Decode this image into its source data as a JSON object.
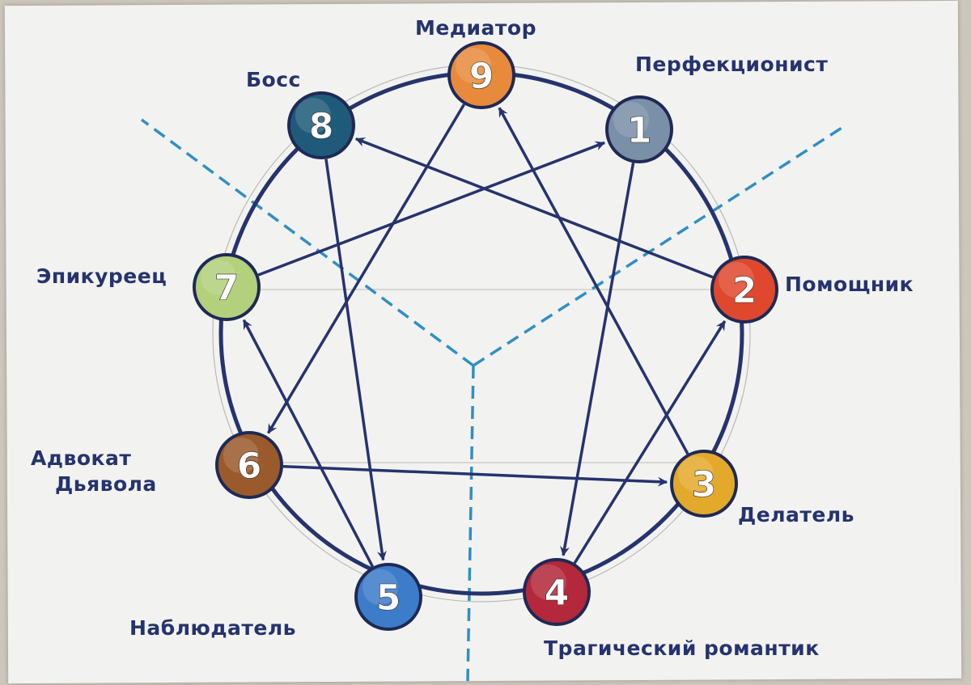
{
  "nodes": [
    {
      "number": "9",
      "label": "Медиатор",
      "color": "#e88a3c"
    },
    {
      "number": "1",
      "label": "Перфекционист",
      "color": "#7a8fa8"
    },
    {
      "number": "2",
      "label": "Помощник",
      "color": "#e0482e"
    },
    {
      "number": "3",
      "label": "Делатель",
      "color": "#e3a92a"
    },
    {
      "number": "4",
      "label": "Трагический романтик",
      "color": "#b3283a"
    },
    {
      "number": "5",
      "label": "Наблюдатель",
      "color": "#3d7cc9"
    },
    {
      "number": "6",
      "label": [
        "Адвокат",
        "Дьявола"
      ],
      "color": "#9b5a2c"
    },
    {
      "number": "7",
      "label": "Эпикуреец",
      "color": "#b3d07c"
    },
    {
      "number": "8",
      "label": "Босс",
      "color": "#1f5a7a"
    }
  ],
  "arrows": [
    {
      "from": "9",
      "to": "6"
    },
    {
      "from": "6",
      "to": "3"
    },
    {
      "from": "3",
      "to": "9"
    },
    {
      "from": "1",
      "to": "4"
    },
    {
      "from": "4",
      "to": "2"
    },
    {
      "from": "2",
      "to": "8"
    },
    {
      "from": "8",
      "to": "5"
    },
    {
      "from": "5",
      "to": "7"
    },
    {
      "from": "7",
      "to": "1"
    }
  ],
  "colors": {
    "ink": "#25336e",
    "divider": "#2f8fc4",
    "pencil": "#b9b9b4"
  }
}
